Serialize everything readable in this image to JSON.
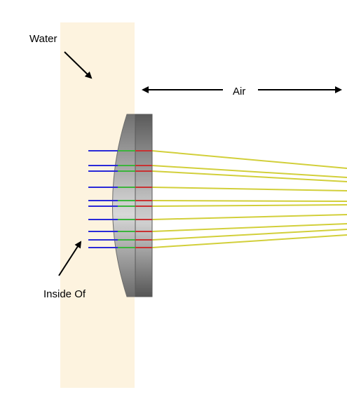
{
  "labels": {
    "water": "Water",
    "air": "Air",
    "inside": "Inside Of"
  },
  "colors": {
    "water_region": "#fdf3df",
    "lens_glass": "#9a9a98",
    "lens_dark": "#6e6e6c",
    "incoming_ray": "#2a2ad8",
    "ray_in_lens_front": "#3cb43c",
    "ray_in_lens_back": "#c83232",
    "outgoing_ray": "#d2cf3a",
    "arrow": "#000000"
  },
  "ray_count": 10
}
